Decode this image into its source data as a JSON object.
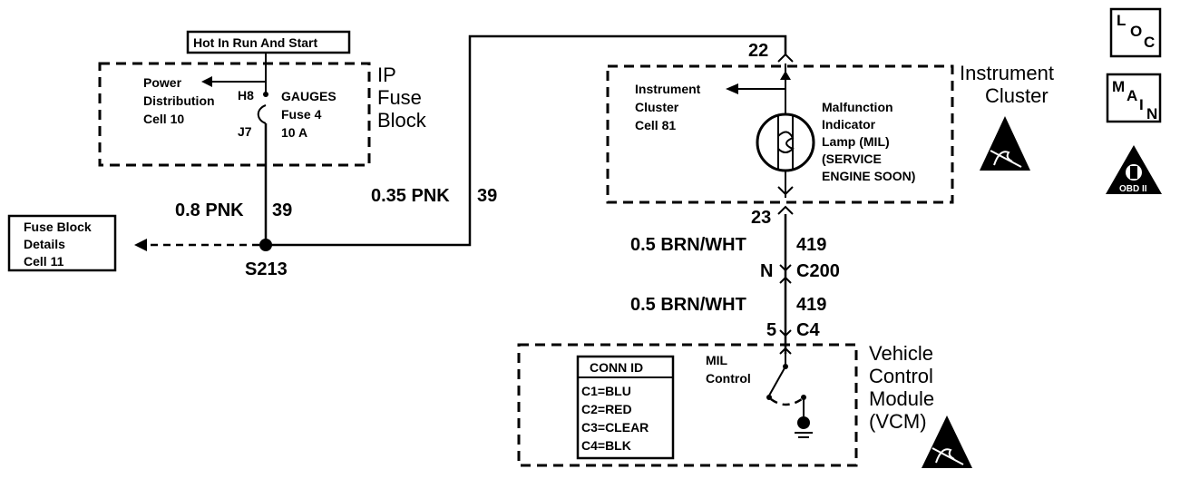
{
  "hot_label": "Hot In Run And Start",
  "ip_fuse_block": {
    "title_line1": "IP",
    "title_line2": "Fuse",
    "title_line3": "Block",
    "power_dist_line1": "Power",
    "power_dist_line2": "Distribution",
    "power_dist_line3": "Cell 10",
    "terminal_top": "H8",
    "terminal_bottom": "J7",
    "fuse_line1": "GAUGES",
    "fuse_line2": "Fuse 4",
    "fuse_line3": "10 A"
  },
  "wires": {
    "left_gauge": "0.8 PNK",
    "left_circuit": "39",
    "mid_gauge": "0.35 PNK",
    "mid_circuit": "39",
    "brn1_gauge": "0.5 BRN/WHT",
    "brn1_circuit": "419",
    "brn2_gauge": "0.5 BRN/WHT",
    "brn2_circuit": "419"
  },
  "splice": "S213",
  "fuse_details": {
    "line1": "Fuse Block",
    "line2": "Details",
    "line3": "Cell 11"
  },
  "instrument_cluster": {
    "title_line1": "Instrument",
    "title_line2": "Cluster",
    "pin_top": "22",
    "pin_bottom": "23",
    "ref_line1": "Instrument",
    "ref_line2": "Cluster",
    "ref_line3": "Cell 81",
    "mil_line1": "Malfunction",
    "mil_line2": "Indicator",
    "mil_line3": "Lamp (MIL)",
    "mil_line4": "(SERVICE",
    "mil_line5": "ENGINE SOON)"
  },
  "connectors": {
    "c200_pin": "N",
    "c200_name": "C200",
    "c4_pin": "5",
    "c4_name": "C4"
  },
  "vcm": {
    "title_line1": "Vehicle",
    "title_line2": "Control",
    "title_line3": "Module",
    "title_line4": "(VCM)",
    "mil_control_line1": "MIL",
    "mil_control_line2": "Control"
  },
  "conn_id": {
    "header": "CONN ID",
    "rows": [
      "C1=BLU",
      "C2=RED",
      "C3=CLEAR",
      "C4=BLK"
    ]
  },
  "side_icons": {
    "loc": [
      "L",
      "O",
      "C"
    ],
    "main": [
      "M",
      "A",
      "I",
      "N"
    ],
    "obd_label": "OBD II"
  }
}
